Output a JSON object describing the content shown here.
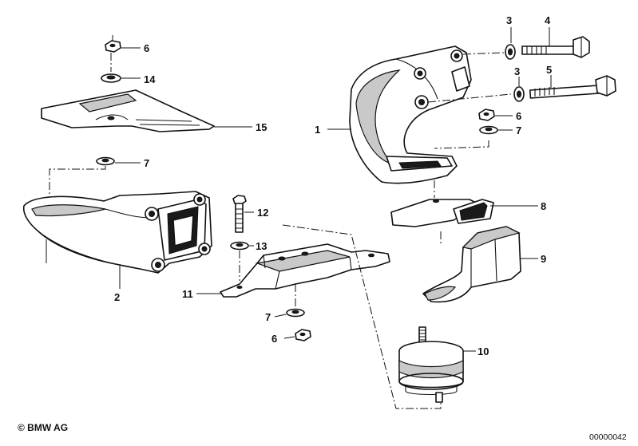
{
  "callouts": {
    "c1": "1",
    "c2": "2",
    "c3a": "3",
    "c3b": "3",
    "c4": "4",
    "c5": "5",
    "c6a": "6",
    "c6b": "6",
    "c6c": "6",
    "c7a": "7",
    "c7b": "7",
    "c7c": "7",
    "c8": "8",
    "c9": "9",
    "c10": "10",
    "c11": "11",
    "c12": "12",
    "c13": "13",
    "c14": "14",
    "c15": "15"
  },
  "footer": {
    "copyright": "© BMW AG",
    "diagram_id": "00000042"
  }
}
